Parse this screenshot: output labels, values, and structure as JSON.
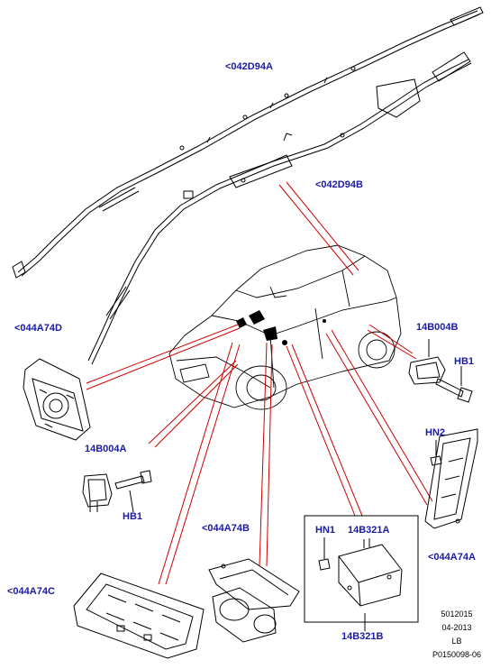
{
  "labels": {
    "curtain_left": "<042D94A",
    "curtain_right": "<042D94B",
    "driver_airbag": "<044A74D",
    "sensor_front": "14B004A",
    "bolt_front": "HB1",
    "knee_airbag": "<044A74C",
    "passenger_airbag": "<044A74B",
    "nut": "HN1",
    "module_top": "14B321A",
    "module_bottom": "14B321B",
    "side_airbag": "<044A74A",
    "side_nut": "HN2",
    "sensor_side": "14B004B",
    "bolt_side": "HB1"
  },
  "meta": {
    "code": "5012015",
    "date": "04-2013",
    "region": "LB",
    "ref": "P0150098-06"
  },
  "colors": {
    "label": "#1a1aa6",
    "leader": "#cc0000",
    "line": "#000000"
  }
}
